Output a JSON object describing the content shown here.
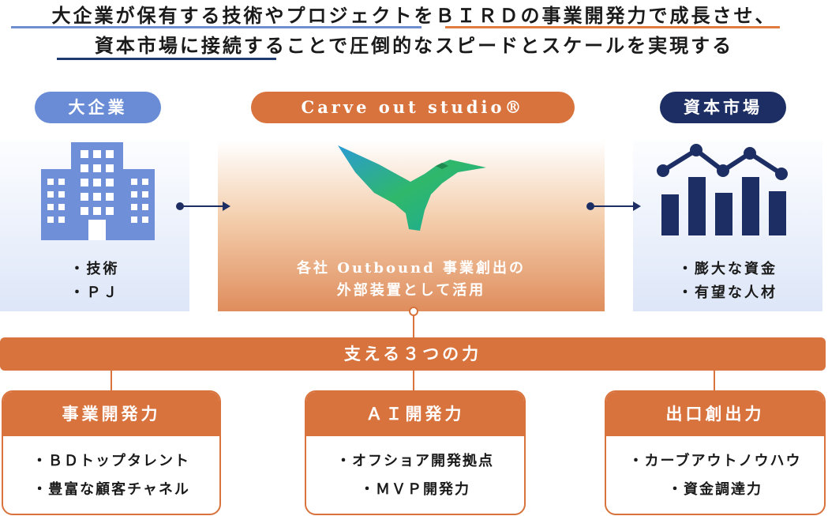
{
  "headline": {
    "line1": "大企業が保有する技術やプロジェクトをＢＩＲＤの事業開発力で成長させ、",
    "line2": "資本市場に接続することで圧倒的なスピードとスケールを実現する"
  },
  "columns": {
    "left": {
      "label": "大企業",
      "items": [
        "・技術",
        "・ＰＪ"
      ],
      "icon": "building-icon"
    },
    "center": {
      "label": "Carve out studio®",
      "lines": [
        "各社 Outbound 事業創出の",
        "外部装置として活用"
      ],
      "icon": "bird-logo"
    },
    "right": {
      "label": "資本市場",
      "items": [
        "・膨大な資金",
        "・有望な人材"
      ],
      "icon": "bar-chart-icon"
    }
  },
  "support_bar": {
    "label": "支える３つの力"
  },
  "cards": [
    {
      "title": "事業開発力",
      "items": [
        "・ＢＤトップタレント",
        "・豊富な顧客チャネル"
      ]
    },
    {
      "title": "ＡＩ開発力",
      "items": [
        "・オフショア開発拠点",
        "・ＭＶＰ開発力"
      ]
    },
    {
      "title": "出口創出力",
      "items": [
        "・カーブアウトノウハウ",
        "・資金調達力"
      ]
    }
  ],
  "colors": {
    "blue": "#6a8cd6",
    "orange": "#d9733d",
    "navy": "#1c2e63",
    "building": "#6f8fd8"
  }
}
